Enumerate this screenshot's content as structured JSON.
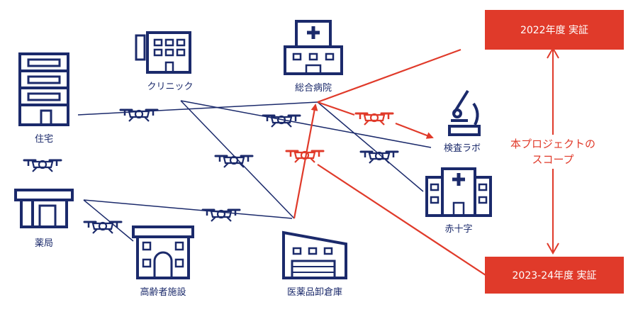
{
  "colors": {
    "navy": "#1b2a6b",
    "red": "#e03a2a",
    "white": "#ffffff"
  },
  "places": {
    "house": "住宅",
    "pharmacy": "薬局",
    "clinic": "クリニック",
    "general_hospital": "総合病院",
    "lab": "検査ラボ",
    "red_cross": "赤十字",
    "elderly_facility": "高齢者施設",
    "wholesaler": "医薬品卸倉庫"
  },
  "boxes": {
    "demo_2022": "2022年度 実証",
    "demo_2023_24": "2023-24年度 実証"
  },
  "scope_label": [
    "本プロジェクトの",
    "スコープ"
  ],
  "icons": [
    "apartment-building-icon",
    "pharmacy-store-icon",
    "clinic-building-icon",
    "hospital-icon",
    "microscope-icon",
    "red-cross-hospital-icon",
    "elderly-facility-icon",
    "warehouse-icon",
    "drone-icon"
  ]
}
